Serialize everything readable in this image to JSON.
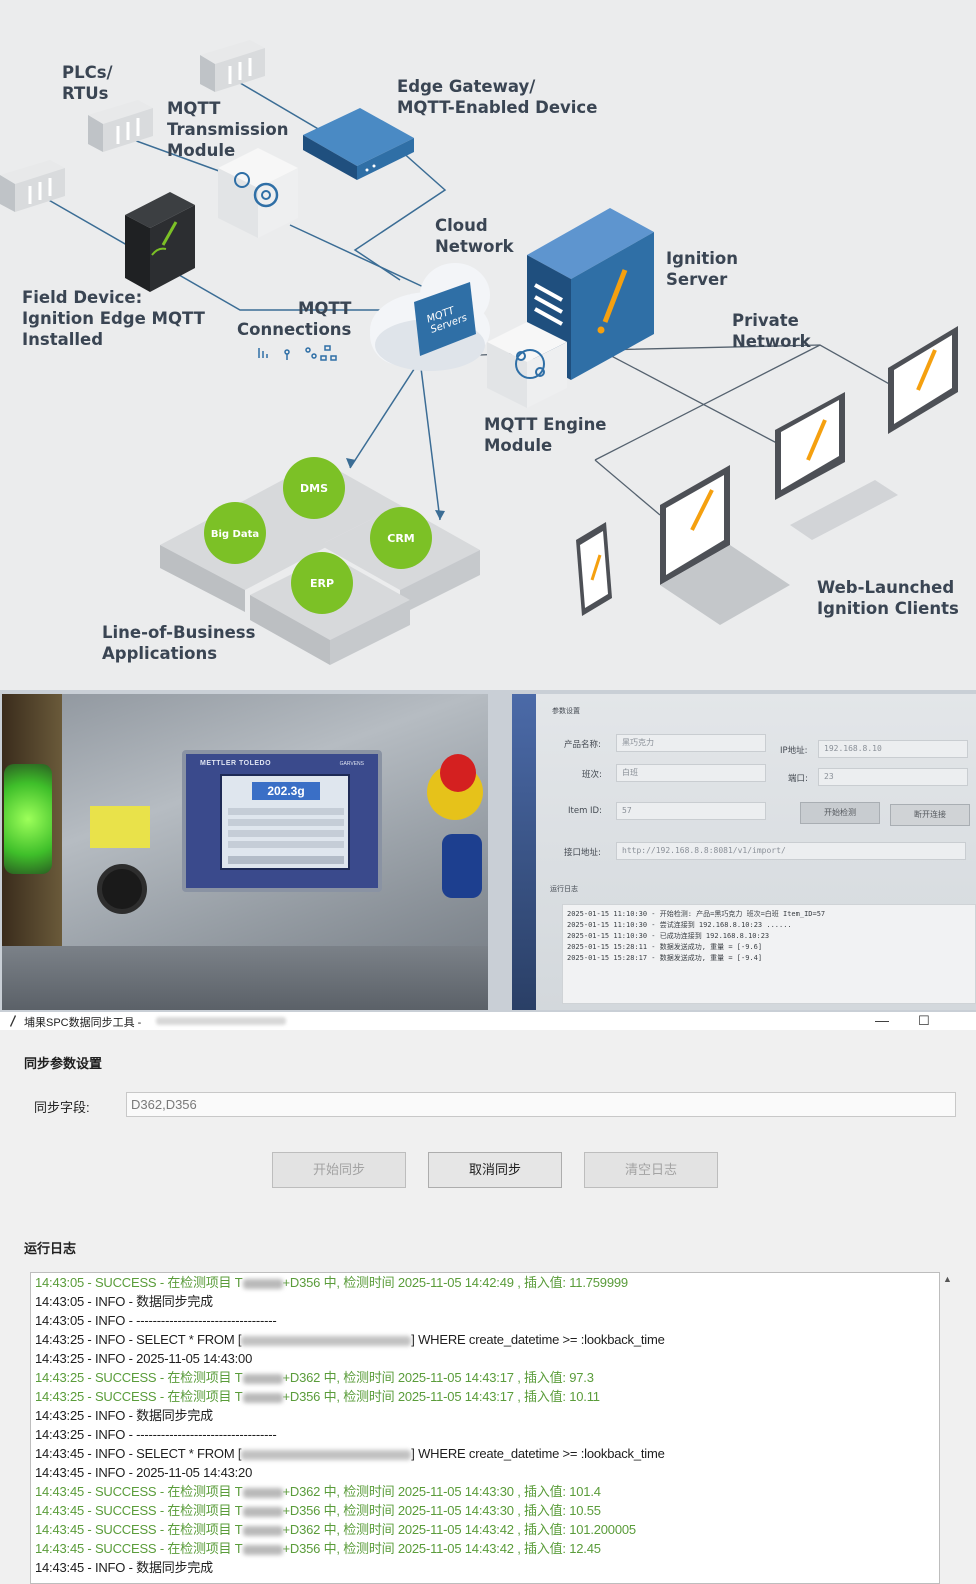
{
  "diagram": {
    "labels": {
      "plcs": "PLCs/\nRTUs",
      "mqtt_transmission": "MQTT\nTransmission\nModule",
      "edge_gateway": "Edge Gateway/\nMQTT-Enabled Device",
      "cloud_network": "Cloud\nNetwork",
      "ignition_server": "Ignition\nServer",
      "private_network": "Private\nNetwork",
      "field_device": "Field Device:\nIgnition Edge MQTT\nInstalled",
      "mqtt_connections": "MQTT\nConnections",
      "mqtt_engine": "MQTT Engine\nModule",
      "web_clients": "Web-Launched\nIgnition Clients",
      "lob_apps": "Line-of-Business\nApplications"
    },
    "cloud_text": "MQTT\nServers",
    "apps": [
      "DMS",
      "Big Data",
      "CRM",
      "ERP"
    ],
    "colors": {
      "accent_blue": "#2f6fa6",
      "green": "#7cc126",
      "orange": "#f5a00f",
      "line": "#3b6d95"
    }
  },
  "photos": {
    "hmi": {
      "brand": "METTLER TOLEDO",
      "brand2": "GARVENS",
      "weight": "202.3g"
    },
    "params_panel": {
      "section": "参数设置",
      "fields": [
        {
          "label": "产品名称:",
          "value": "黑巧克力"
        },
        {
          "label": "班次:",
          "value": "白班"
        },
        {
          "label": "Item ID:",
          "value": "57"
        },
        {
          "label": "接口地址:",
          "value": "http://192.168.8.8:8081/v1/import/"
        }
      ],
      "ip_label": "IP地址:",
      "ip_value": "192.168.8.10",
      "port_label": "端口:",
      "port_value": "23",
      "btn_start": "开始检测",
      "btn_disconnect": "断开连接",
      "log_title": "运行日志",
      "log": [
        "2025-01-15 11:10:30 - 开始检测: 产品=黑巧克力 班次=白班 Item_ID=57",
        "2025-01-15 11:10:30 - 尝试连接到 192.168.8.10:23 ......",
        "2025-01-15 11:10:30 - 已成功连接到 192.168.8.10:23",
        "2025-01-15 15:28:11 - 数据发送成功, 重量 = [-9.6]",
        "2025-01-15 15:28:17 - 数据发送成功, 重量 = [-9.4]"
      ]
    }
  },
  "sync_tool": {
    "window_title": "埔果SPC数据同步工具 -",
    "section_params": "同步参数设置",
    "field_label": "同步字段:",
    "field_value": "D362,D356",
    "btn_start": "开始同步",
    "btn_cancel": "取消同步",
    "btn_clear": "清空日志",
    "section_log": "运行日志",
    "log": [
      {
        "level": "success",
        "pre": "14:43:05 - SUCCESS - 在检测项目 T",
        "post": "+D356 中, 检测时间 2025-11-05 14:42:49 , 插入值: 11.759999"
      },
      {
        "level": "info",
        "pre": "14:43:05 - INFO - 数据同步完成",
        "post": ""
      },
      {
        "level": "info",
        "pre": "14:43:05 - INFO - ----------------------------------",
        "post": ""
      },
      {
        "level": "info",
        "pre": "14:43:25 - INFO - SELECT * FROM [",
        "post": "] WHERE create_datetime >= :lookback_time",
        "blur": "long"
      },
      {
        "level": "info",
        "pre": "14:43:25 - INFO - 2025-11-05 14:43:00",
        "post": ""
      },
      {
        "level": "success",
        "pre": "14:43:25 - SUCCESS - 在检测项目 T",
        "post": "+D362 中, 检测时间 2025-11-05 14:43:17 , 插入值: 97.3"
      },
      {
        "level": "success",
        "pre": "14:43:25 - SUCCESS - 在检测项目 T",
        "post": "+D356 中, 检测时间 2025-11-05 14:43:17 , 插入值: 10.11"
      },
      {
        "level": "info",
        "pre": "14:43:25 - INFO - 数据同步完成",
        "post": ""
      },
      {
        "level": "info",
        "pre": "14:43:25 - INFO - ----------------------------------",
        "post": ""
      },
      {
        "level": "info",
        "pre": "14:43:45 - INFO - SELECT * FROM [",
        "post": "] WHERE create_datetime >= :lookback_time",
        "blur": "long"
      },
      {
        "level": "info",
        "pre": "14:43:45 - INFO - 2025-11-05 14:43:20",
        "post": ""
      },
      {
        "level": "success",
        "pre": "14:43:45 - SUCCESS - 在检测项目 T",
        "post": "+D362 中, 检测时间 2025-11-05 14:43:30 , 插入值: 101.4"
      },
      {
        "level": "success",
        "pre": "14:43:45 - SUCCESS - 在检测项目 T",
        "post": "+D356 中, 检测时间 2025-11-05 14:43:30 , 插入值: 10.55"
      },
      {
        "level": "success",
        "pre": "14:43:45 - SUCCESS - 在检测项目 T",
        "post": "+D362 中, 检测时间 2025-11-05 14:43:42 , 插入值: 101.200005"
      },
      {
        "level": "success",
        "pre": "14:43:45 - SUCCESS - 在检测项目 T",
        "post": "+D356 中, 检测时间 2025-11-05 14:43:42 , 插入值: 12.45"
      },
      {
        "level": "info",
        "pre": "14:43:45 - INFO - 数据同步完成",
        "post": ""
      }
    ]
  }
}
